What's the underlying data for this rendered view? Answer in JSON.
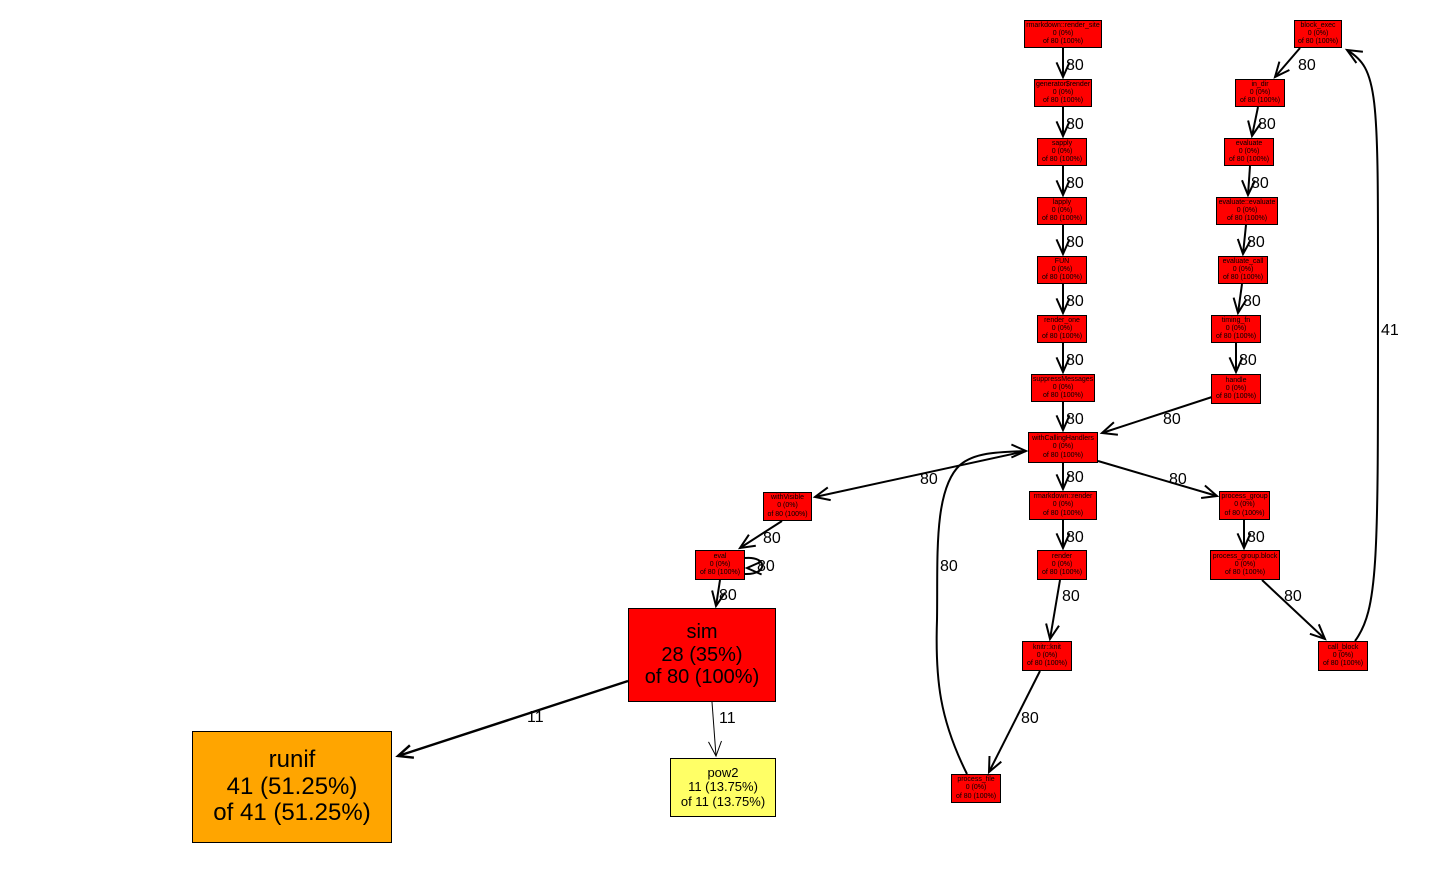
{
  "colors": {
    "red": "#ff0000",
    "orange": "#ffa500",
    "yellow": "#ffff66",
    "stroke": "#000000"
  },
  "nodes": [
    {
      "id": "markdown-render-site",
      "lines": [
        "rmarkdown::render_site",
        "0 (0%)",
        "of 80 (100%)"
      ],
      "fill": "red"
    },
    {
      "id": "generator-render",
      "lines": [
        "generator$render",
        "0 (0%)",
        "of 80 (100%)"
      ],
      "fill": "red"
    },
    {
      "id": "sapply",
      "lines": [
        "sapply",
        "0 (0%)",
        "of 80 (100%)"
      ],
      "fill": "red"
    },
    {
      "id": "lapply",
      "lines": [
        "lapply",
        "0 (0%)",
        "of 80 (100%)"
      ],
      "fill": "red"
    },
    {
      "id": "fun",
      "lines": [
        "FUN",
        "0 (0%)",
        "of 80 (100%)"
      ],
      "fill": "red"
    },
    {
      "id": "render-one",
      "lines": [
        "render_one",
        "0 (0%)",
        "of 80 (100%)"
      ],
      "fill": "red"
    },
    {
      "id": "suppress-messages",
      "lines": [
        "suppressMessages",
        "0 (0%)",
        "of 80 (100%)"
      ],
      "fill": "red"
    },
    {
      "id": "block-exec",
      "lines": [
        "block_exec",
        "0 (0%)",
        "of 80 (100%)"
      ],
      "fill": "red"
    },
    {
      "id": "in-dir",
      "lines": [
        "in_dir",
        "0 (0%)",
        "of 80 (100%)"
      ],
      "fill": "red"
    },
    {
      "id": "evaluate",
      "lines": [
        "evaluate",
        "0 (0%)",
        "of 80 (100%)"
      ],
      "fill": "red"
    },
    {
      "id": "evaluate-evaluate",
      "lines": [
        "evaluate::evaluate",
        "0 (0%)",
        "of 80 (100%)"
      ],
      "fill": "red"
    },
    {
      "id": "evaluate-call",
      "lines": [
        "evaluate_call",
        "0 (0%)",
        "of 80 (100%)"
      ],
      "fill": "red"
    },
    {
      "id": "timing-fn",
      "lines": [
        "timing_fn",
        "0 (0%)",
        "of 80 (100%)"
      ],
      "fill": "red"
    },
    {
      "id": "handle",
      "lines": [
        "handle",
        "0 (0%)",
        "of 80 (100%)"
      ],
      "fill": "red"
    },
    {
      "id": "with-calling-handlers",
      "lines": [
        "withCallingHandlers",
        "0 (0%)",
        "of 80 (100%)"
      ],
      "fill": "red"
    },
    {
      "id": "with-visible",
      "lines": [
        "withVisible",
        "0 (0%)",
        "of 80 (100%)"
      ],
      "fill": "red"
    },
    {
      "id": "eval",
      "lines": [
        "eval",
        "0 (0%)",
        "of 80 (100%)"
      ],
      "fill": "red"
    },
    {
      "id": "rmarkdown-render",
      "lines": [
        "rmarkdown::render",
        "0 (0%)",
        "of 80 (100%)"
      ],
      "fill": "red"
    },
    {
      "id": "render",
      "lines": [
        "render",
        "0 (0%)",
        "of 80 (100%)"
      ],
      "fill": "red"
    },
    {
      "id": "knit",
      "lines": [
        "knitr::knit",
        "0 (0%)",
        "of 80 (100%)"
      ],
      "fill": "red"
    },
    {
      "id": "process-file",
      "lines": [
        "process_file",
        "0 (0%)",
        "of 80 (100%)"
      ],
      "fill": "red"
    },
    {
      "id": "process-group",
      "lines": [
        "process_group",
        "0 (0%)",
        "of 80 (100%)"
      ],
      "fill": "red"
    },
    {
      "id": "process-group-block",
      "lines": [
        "process_group.block",
        "0 (0%)",
        "of 80 (100%)"
      ],
      "fill": "red"
    },
    {
      "id": "call-block",
      "lines": [
        "call_block",
        "0 (0%)",
        "of 80 (100%)"
      ],
      "fill": "red"
    },
    {
      "id": "sim",
      "lines": [
        "sim",
        "28 (35%)",
        "of 80 (100%)"
      ],
      "fill": "red"
    },
    {
      "id": "runif",
      "lines": [
        "runif",
        "41 (51.25%)",
        "of 41 (51.25%)"
      ],
      "fill": "orange"
    },
    {
      "id": "pow2",
      "lines": [
        "pow2",
        "11 (13.75%)",
        "of 11 (13.75%)"
      ],
      "fill": "yellow"
    }
  ],
  "edge_labels": [
    "80",
    "80",
    "80",
    "80",
    "80",
    "80",
    "80",
    "80",
    "80",
    "80",
    "80",
    "80",
    "80",
    "80",
    "80",
    "80",
    "80",
    "80",
    "80",
    "80",
    "80",
    "80",
    "80",
    "80",
    "80",
    "80",
    "41",
    "11"
  ]
}
